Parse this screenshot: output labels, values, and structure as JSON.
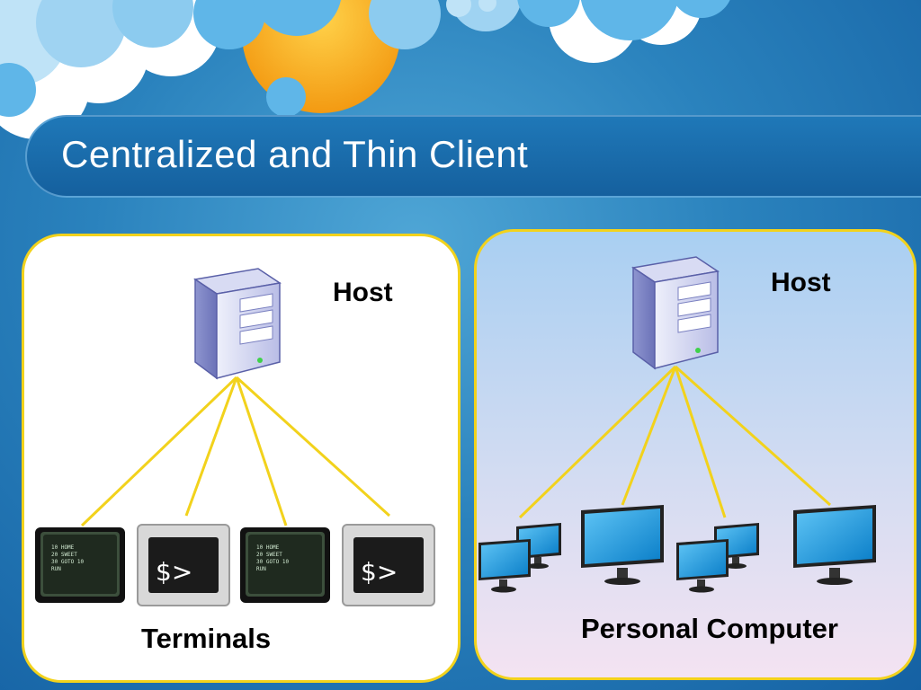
{
  "slide": {
    "title": "Centralized and Thin Client"
  },
  "left_panel": {
    "host_label": "Host",
    "group_label": "Terminals",
    "terminal_icons": [
      "green-screen-terminal-icon",
      "shell-prompt-icon",
      "green-screen-terminal-icon",
      "shell-prompt-icon"
    ],
    "terminal_screen_text": [
      "10 HOME",
      "20 SWEET",
      "30 GOTO 10",
      "RUN"
    ],
    "prompt_text": "$>"
  },
  "right_panel": {
    "host_label": "Host",
    "group_label": "Personal Computer",
    "computer_icons": [
      "dual-monitor-icon",
      "monitor-icon",
      "dual-monitor-icon",
      "monitor-icon"
    ]
  },
  "colors": {
    "panel_border": "#f2d21c",
    "connector": "#f2d21c",
    "background": "#2a82bd",
    "title_text": "#ffffff"
  }
}
